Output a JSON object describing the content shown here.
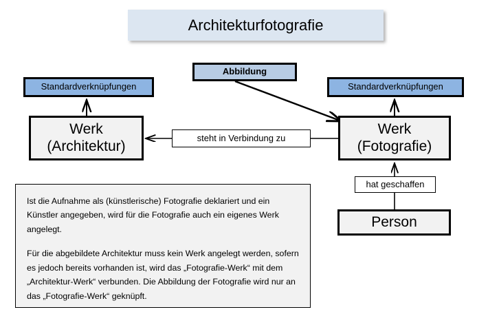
{
  "diagram": {
    "title": "Architekturfotografie",
    "nodes": {
      "chip_left": "Standardverknüpfungen",
      "chip_right": "Standardverknüpfungen",
      "abbildung": "Abbildung",
      "werk_architektur_line1": "Werk",
      "werk_architektur_line2": "(Architektur)",
      "werk_fotografie_line1": "Werk",
      "werk_fotografie_line2": "(Fotografie)",
      "person": "Person"
    },
    "relations": {
      "verbindung": "steht in Verbindung zu",
      "geschaffen": "hat geschaffen"
    },
    "note": {
      "paragraph1": "Ist die Aufnahme als (künstlerische) Fotografie  deklariert und ein Künstler angegeben, wird für die Fotografie auch ein eigenes Werk angelegt.",
      "paragraph2": "Für die abgebildete Architektur muss kein Werk angelegt werden, sofern es jedoch bereits vorhanden ist, wird das „Fotografie-Werk“ mit dem „Architektur-Werk“ verbunden. Die Abbildung der Fotografie wird nur an das „Fotografie-Werk“ geknüpft."
    },
    "colors": {
      "title_fill": "#dce6f1",
      "chip_fill": "#8db4e2",
      "abbildung_fill": "#b8cce4",
      "entity_fill": "#f2f2f2",
      "note_fill": "#f2f2f2",
      "stroke": "#000000"
    }
  }
}
